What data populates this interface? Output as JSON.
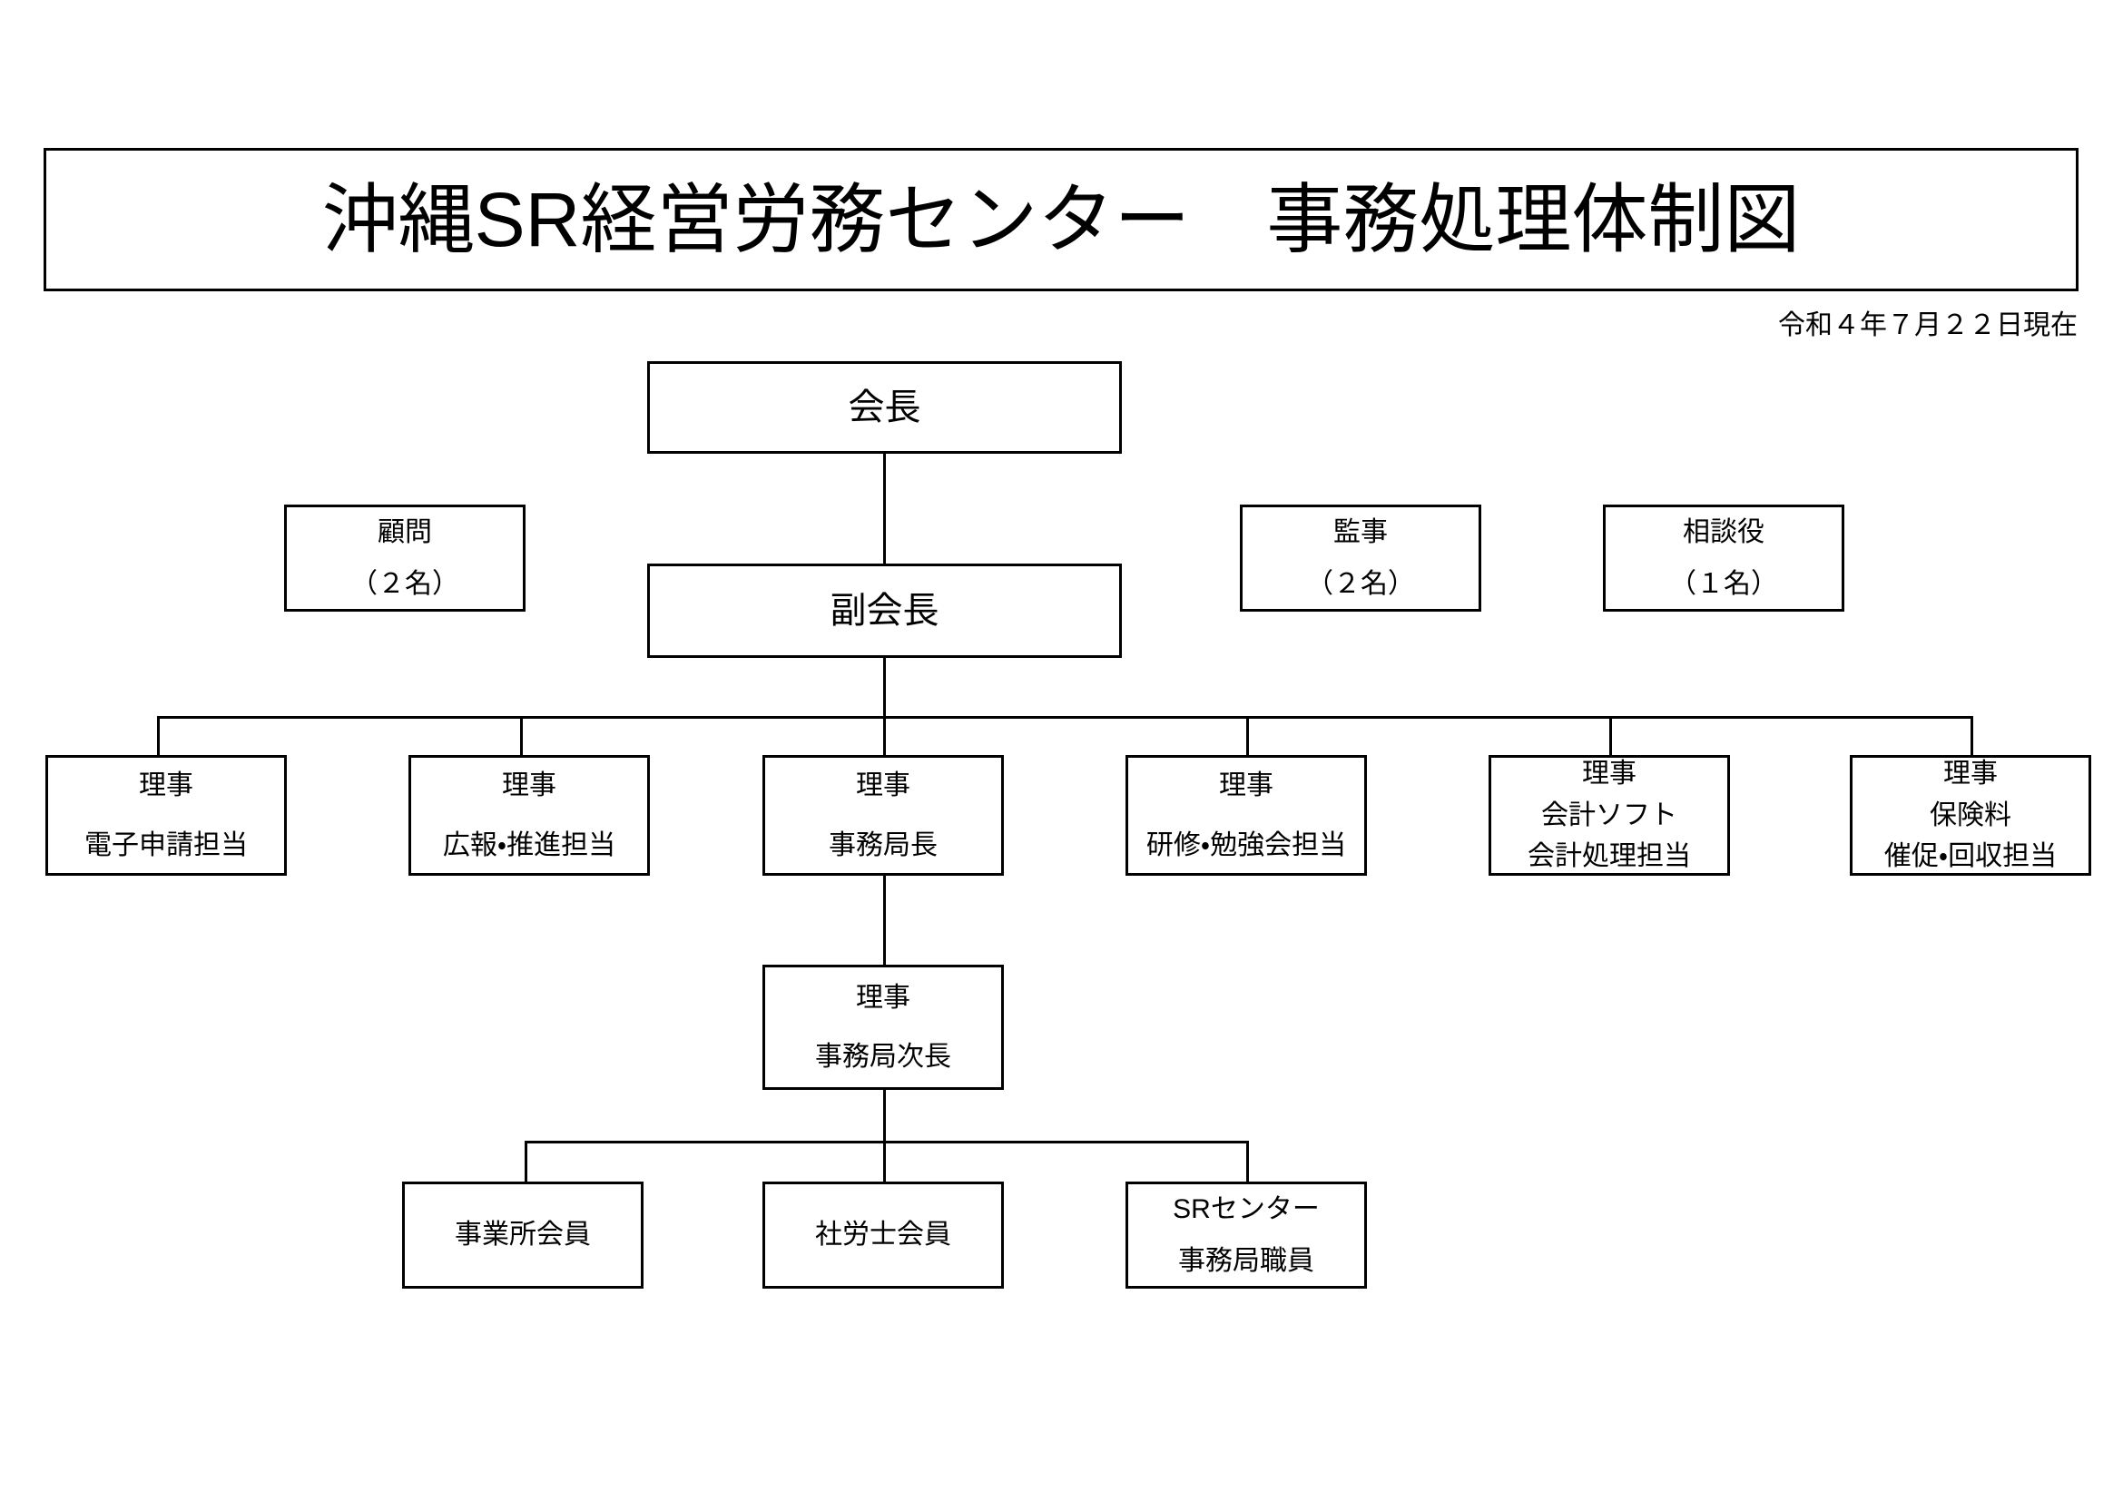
{
  "document": {
    "title": "沖縄SR経営労務センター　事務処理体制図",
    "date_note": "令和４年７月２２日現在"
  },
  "chart_data": {
    "type": "diagram",
    "diagram_kind": "organization-chart",
    "nodes": {
      "chairman": {
        "lines": [
          "会長"
        ]
      },
      "advisor": {
        "lines": [
          "顧問",
          "（２名）"
        ]
      },
      "vice_chairman": {
        "lines": [
          "副会長"
        ]
      },
      "auditor": {
        "lines": [
          "監事",
          "（２名）"
        ]
      },
      "counselor": {
        "lines": [
          "相談役",
          "（１名）"
        ]
      },
      "director_1": {
        "lines": [
          "理事",
          "電子申請担当"
        ]
      },
      "director_2": {
        "lines": [
          "理事",
          "広報・推進担当"
        ]
      },
      "director_3": {
        "lines": [
          "理事",
          "事務局長"
        ]
      },
      "director_4": {
        "lines": [
          "理事",
          "研修・勉強会担当"
        ]
      },
      "director_5": {
        "lines": [
          "理事",
          "会計ソフト",
          "会計処理担当"
        ]
      },
      "director_6": {
        "lines": [
          "理事",
          "保険料",
          "催促・回収担当"
        ]
      },
      "deputy_director": {
        "lines": [
          "理事",
          "事務局次長"
        ]
      },
      "member_office": {
        "lines": [
          "事業所会員"
        ]
      },
      "member_sharoshi": {
        "lines": [
          "社労士会員"
        ]
      },
      "sr_staff": {
        "lines": [
          "SRセンター",
          "事務局職員"
        ]
      }
    },
    "edges": [
      {
        "from": "chairman",
        "to": "vice_chairman"
      },
      {
        "from": "vice_chairman",
        "to": "director_1"
      },
      {
        "from": "vice_chairman",
        "to": "director_2"
      },
      {
        "from": "vice_chairman",
        "to": "director_3"
      },
      {
        "from": "vice_chairman",
        "to": "director_4"
      },
      {
        "from": "vice_chairman",
        "to": "director_5"
      },
      {
        "from": "vice_chairman",
        "to": "director_6"
      },
      {
        "from": "director_3",
        "to": "deputy_director"
      },
      {
        "from": "deputy_director",
        "to": "member_office"
      },
      {
        "from": "deputy_director",
        "to": "member_sharoshi"
      },
      {
        "from": "deputy_director",
        "to": "sr_staff"
      }
    ],
    "unconnected_nodes": [
      "advisor",
      "auditor",
      "counselor"
    ],
    "colors": {
      "line": "#000000",
      "background": "#ffffff",
      "text": "#000000"
    }
  }
}
